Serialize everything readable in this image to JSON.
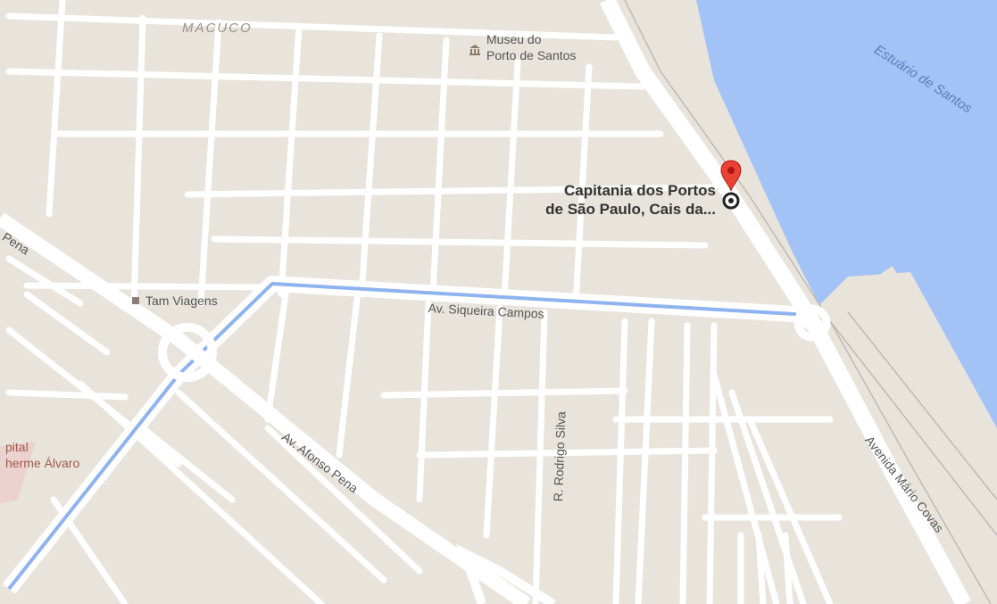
{
  "map": {
    "district_label": "MACUCO",
    "water_label": "Estuário de Santos",
    "colors": {
      "land": "#e8e4dc",
      "road": "#ffffff",
      "water": "#a3c2f5",
      "canal": "#8fb3ee",
      "marker": "#ea4335"
    },
    "places": {
      "museum": {
        "line1": "Museu do",
        "line2": "Porto de Santos",
        "icon": "museum-icon"
      },
      "tam": {
        "name": "Tam Viagens",
        "icon": "square-poi-icon"
      },
      "hospital": {
        "line1": "pital",
        "line2": "herme Álvaro"
      }
    },
    "selected": {
      "line1": "Capitania dos Portos",
      "line2": "de São Paulo, Cais da...",
      "icon": "map-pin-icon"
    },
    "streets": {
      "siqueira": "Av. Siqueira Campos",
      "afonso": "Av. Afonso Pena",
      "pena": "Pena",
      "rodrigo": "R. Rodrigo Silva",
      "covas": "Avenida Mário Covas"
    }
  }
}
